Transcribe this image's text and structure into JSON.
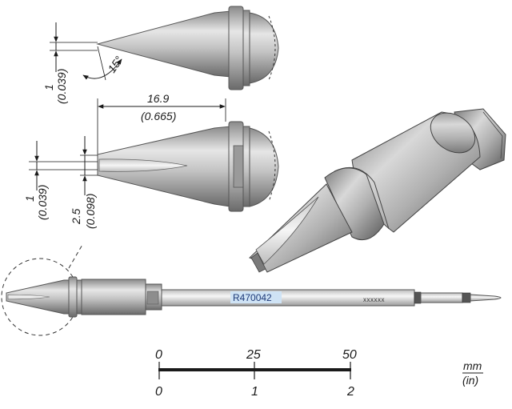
{
  "top_view": {
    "tip_width_value": "1",
    "tip_width_inch": "(0.039)",
    "angle": "15°"
  },
  "length_dim": {
    "value": "16.9",
    "inch": "(0.665)"
  },
  "side_view": {
    "tip_thickness_value": "1",
    "tip_thickness_inch": "(0.039)",
    "blade_value": "2.5",
    "blade_inch": "(0.098)"
  },
  "cartridge": {
    "part_number": "R470042",
    "marking": "xxxxxx"
  },
  "scale_bar": {
    "mm_ticks": [
      "0",
      "25",
      "50"
    ],
    "in_ticks": [
      "0",
      "1",
      "2"
    ],
    "unit_top": "mm",
    "unit_bottom": "(in)"
  },
  "colors": {
    "metal_light": "#e2e2e2",
    "metal_mid": "#a8a8a8",
    "metal_dark": "#6e6e6e",
    "label_bg": "#cfe3f5"
  }
}
